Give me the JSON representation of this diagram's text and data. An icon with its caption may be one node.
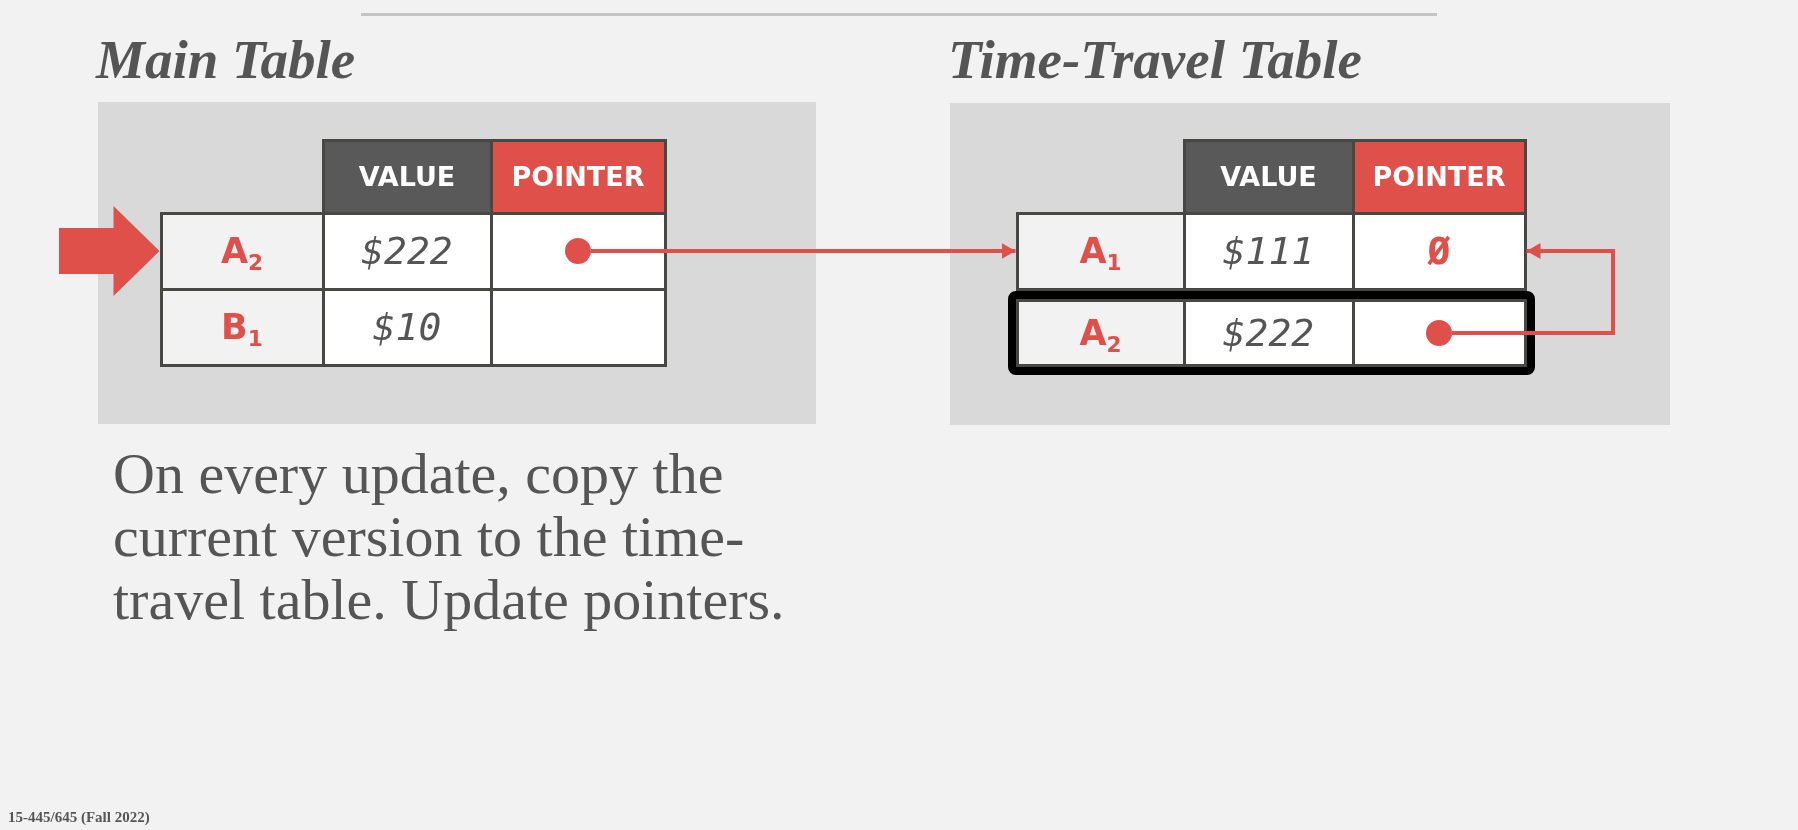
{
  "diagram": {
    "nodes": [
      {
        "text": [
          "Main Table"
        ]
      },
      {
        "text": [
          "VALUE"
        ],
        "in": 0
      },
      {
        "text": [
          "POINTER"
        ],
        "in": 0
      },
      {
        "text": [
          "A$_{2}$"
        ],
        "in": 0
      },
      {
        "text": [
          "$222"
        ],
        "in": 0
      },
      {
        "text": [],
        "shape": "box",
        "in": 0
      },
      {
        "text": [],
        "shape": "circle",
        "in": 5
      },
      {
        "text": [
          "B$_{1}$"
        ],
        "in": 0
      },
      {
        "text": [
          "$10"
        ],
        "in": 0
      },
      {
        "text": [],
        "shape": "box",
        "in": 0
      },
      {
        "text": [
          "Time-Travel Table"
        ]
      },
      {
        "text": [
          "VALUE"
        ],
        "in": 10
      },
      {
        "text": [
          "POINTER"
        ],
        "in": 10
      },
      {
        "text": [
          "A$_{1}$"
        ],
        "in": 10
      },
      {
        "text": [
          "$111"
        ],
        "in": 10
      },
      {
        "text": [
          "Ø"
        ],
        "in": 10
      },
      {
        "text": [],
        "shape": "box",
        "in": 10
      },
      {
        "text": [
          "A$_{2}$"
        ],
        "in": 16
      },
      {
        "text": [
          "$222"
        ],
        "in": 16
      },
      {
        "text": [],
        "shape": "box",
        "in": 16
      },
      {
        "text": [],
        "shape": "circle",
        "in": 19
      }
    ],
    "edges": [
      {
        "from": null,
        "to": 3,
        "arrow": "to",
        "style": "thick"
      },
      {
        "from": 6,
        "to": 13,
        "arrow": "to"
      },
      {
        "from": 20,
        "to": 15,
        "arrow": "to"
      }
    ],
    "labels": [
      "On every update, copy the current version to the time-travel table. Update pointers.",
      "15-445/645 (Fall 2022)"
    ]
  }
}
